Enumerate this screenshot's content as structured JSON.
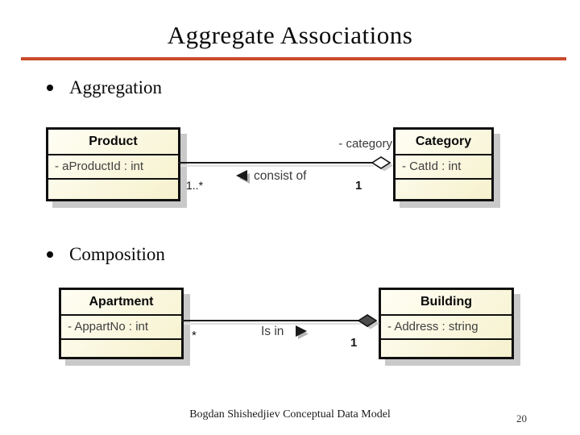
{
  "slide": {
    "title": "Aggregate Associations",
    "bullets": [
      {
        "label": "Aggregation"
      },
      {
        "label": "Composition"
      }
    ],
    "footer": {
      "text": "Bogdan Shishedjiev Conceptual Data Model",
      "page_number": "20"
    }
  },
  "colors": {
    "accent_rule": "#c84a2a",
    "class_fill": "#f9f6d9",
    "class_border": "#101010",
    "drop_shadow": "#c9c9c9",
    "composition_diamond_fill": "#4d4d4d",
    "aggregation_diamond_fill": "#ffffff"
  },
  "icons": {
    "aggregation_end": "hollow-diamond-icon",
    "composition_end": "filled-diamond-icon",
    "reading_direction": "solid-triangle-icon"
  },
  "diagrams": {
    "aggregation": {
      "left_class": {
        "name": "Product",
        "attributes": [
          "- aProductId : int"
        ]
      },
      "right_class": {
        "name": "Category",
        "attributes": [
          "- CatId : int"
        ]
      },
      "association": {
        "role_label": "- category",
        "name_label": "consist of",
        "reading_direction": "left",
        "left_multiplicity": "1..*",
        "right_multiplicity": "1",
        "diamond": "hollow"
      }
    },
    "composition": {
      "left_class": {
        "name": "Apartment",
        "attributes": [
          "- AppartNo : int"
        ]
      },
      "right_class": {
        "name": "Building",
        "attributes": [
          "- Address : string"
        ]
      },
      "association": {
        "name_label": "Is in",
        "reading_direction": "right",
        "left_multiplicity": "*",
        "right_multiplicity": "1",
        "diamond": "filled"
      }
    }
  }
}
